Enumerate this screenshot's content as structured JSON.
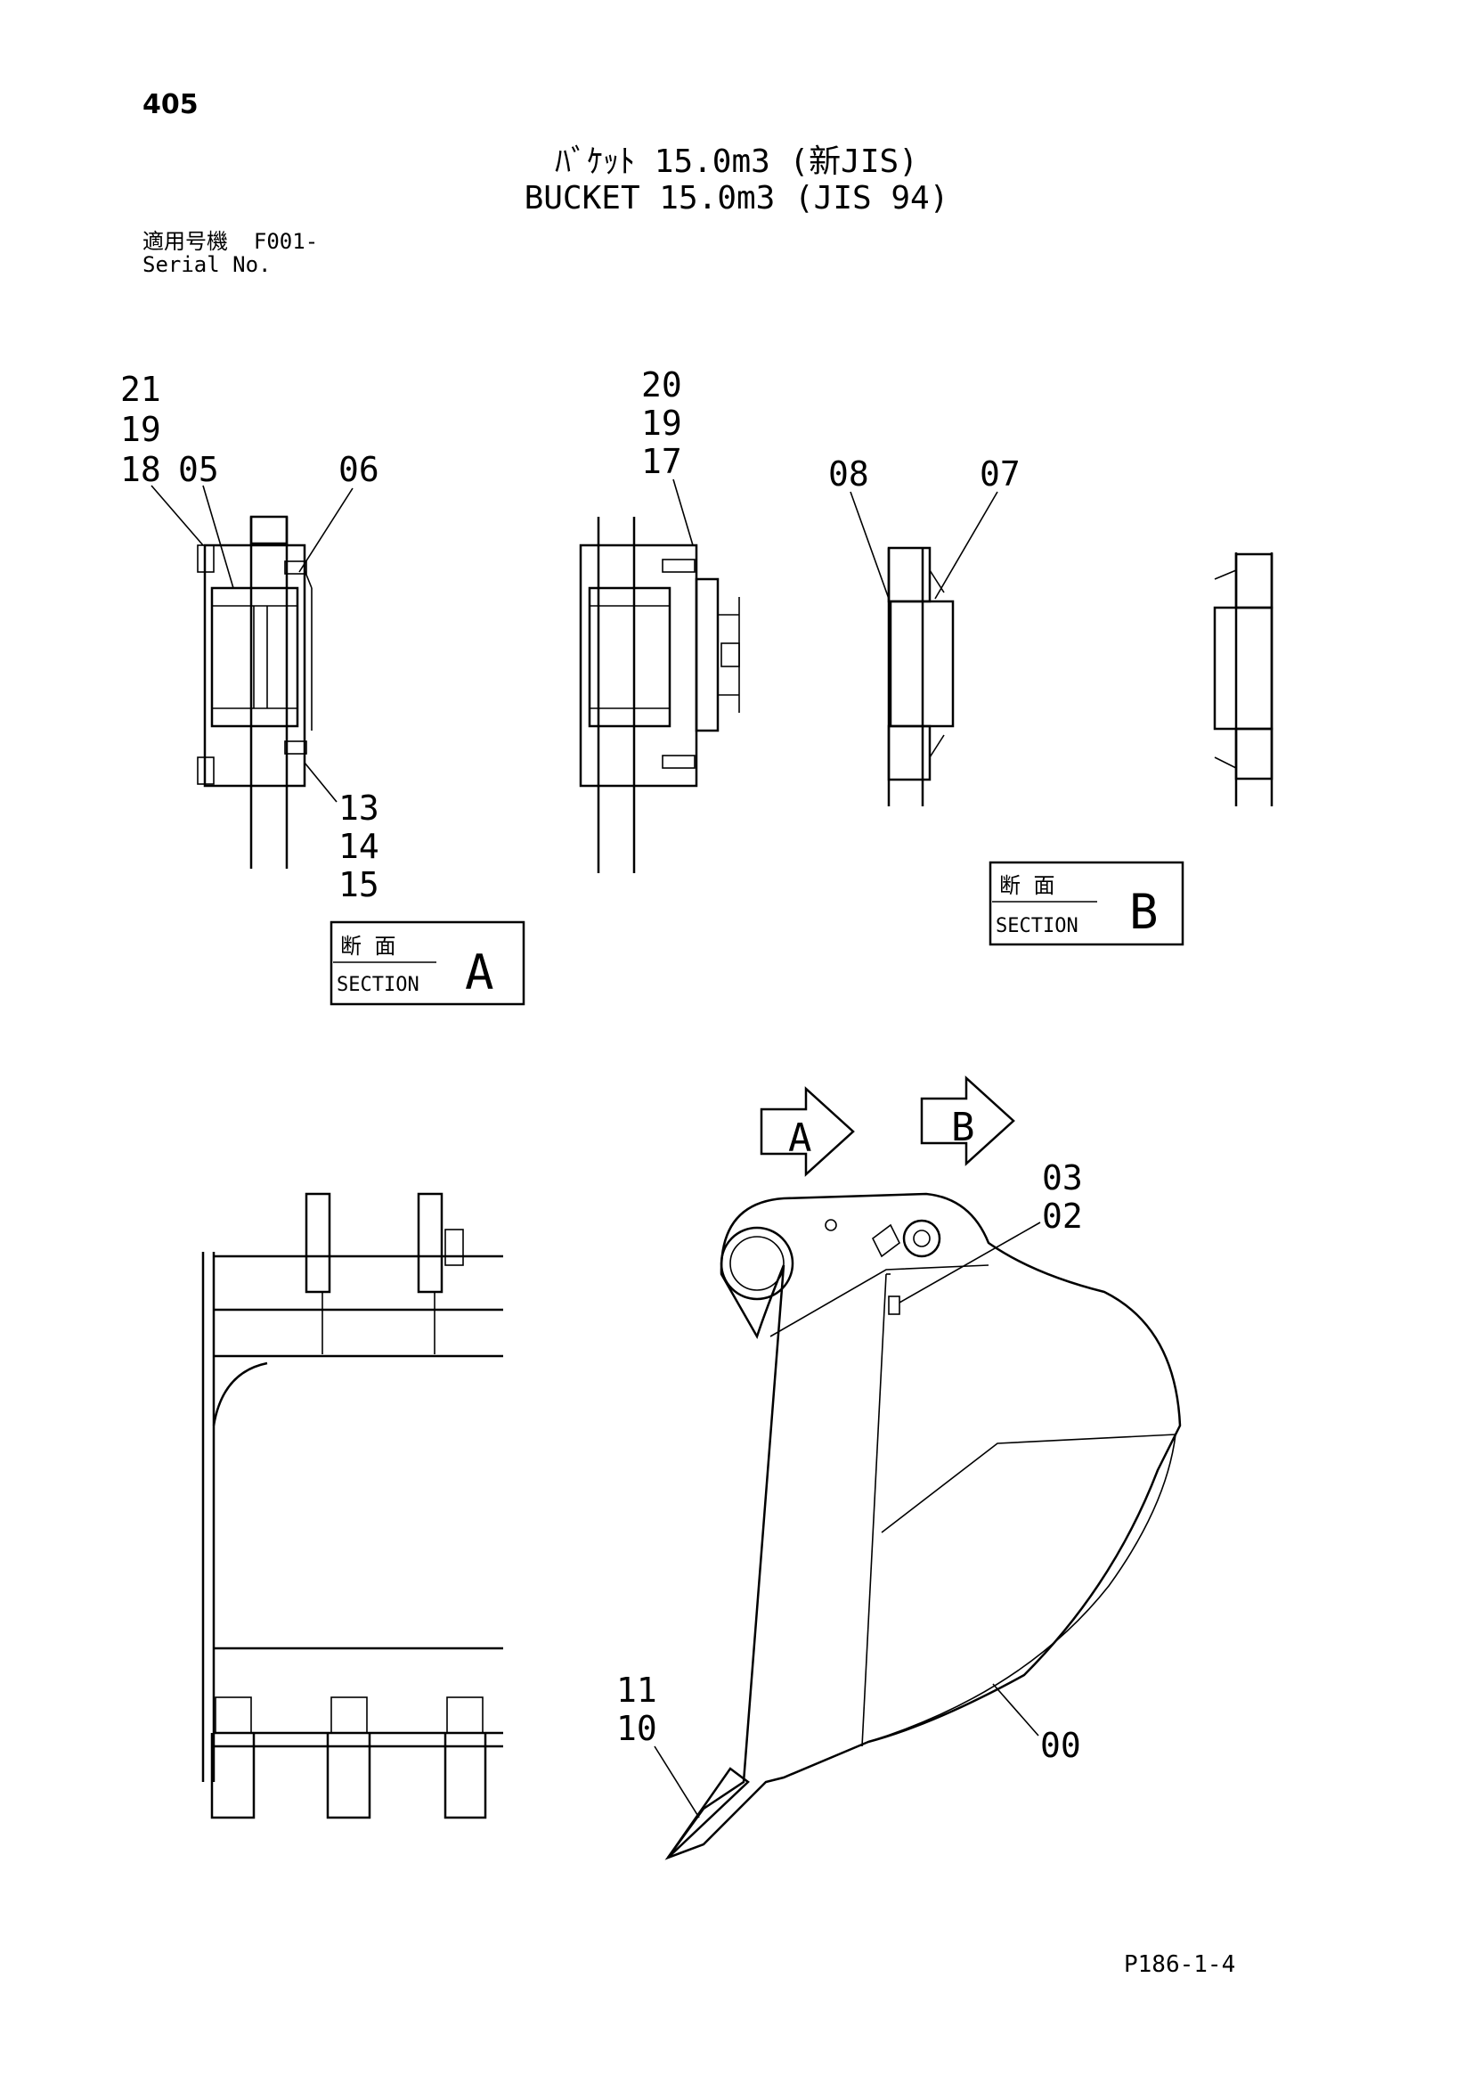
{
  "page_number": "405",
  "title_jp": "ﾊﾞｹｯﾄ 15.0m3 (新JIS)",
  "title_en": "BUCKET 15.0m3 (JIS 94)",
  "serial_label_jp": "適用号機",
  "serial_value": "F001-",
  "serial_label_en": "Serial No.",
  "page_ref": "P186-1-4",
  "section_a": {
    "jp": "断 面",
    "en": "SECTION",
    "letter": "A"
  },
  "section_b": {
    "jp": "断 面",
    "en": "SECTION",
    "letter": "B"
  },
  "arrow_a": "A",
  "arrow_b": "B",
  "callouts": {
    "c21": "21",
    "c19a": "19",
    "c18": "18",
    "c05": "05",
    "c06": "06",
    "c13": "13",
    "c14": "14",
    "c15": "15",
    "c20": "20",
    "c19b": "19",
    "c17": "17",
    "c08": "08",
    "c07": "07",
    "c03": "03",
    "c02": "02",
    "c11": "11",
    "c10": "10",
    "c00": "00"
  }
}
